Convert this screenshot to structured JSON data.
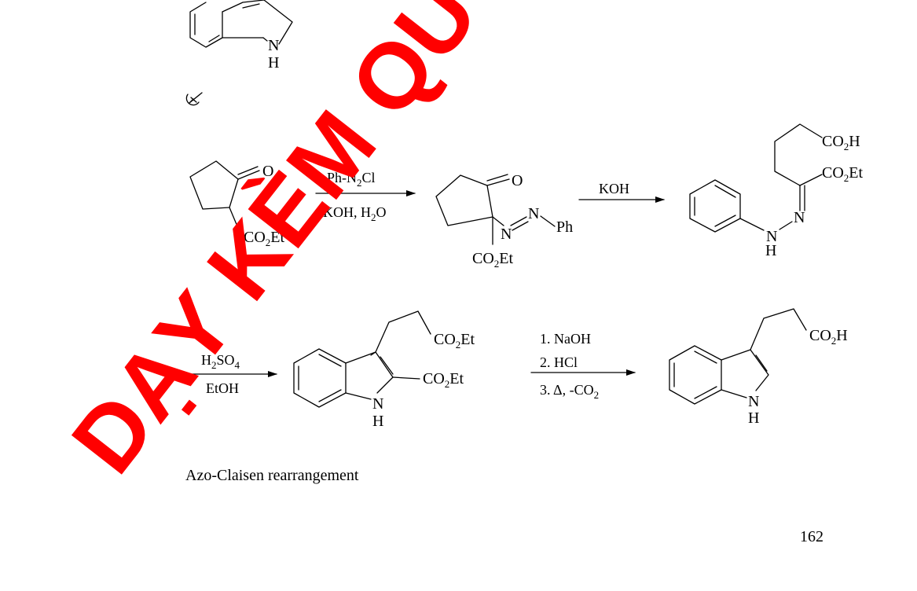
{
  "labels": {
    "nh_top": "N",
    "h_top": "H",
    "o1": "O",
    "co2et_1": "CO",
    "co2et_1_sub": "2",
    "co2et_1_tail": "Et",
    "o2": "O",
    "n_a": "N",
    "n_b": "N",
    "ph": "Ph",
    "co2et_2": "CO",
    "co2et_2_sub": "2",
    "co2et_2_tail": "Et",
    "co2h_1": "CO",
    "co2h_1_sub": "2",
    "co2h_1_tail": "H",
    "co2et_3": "CO",
    "co2et_3_sub": "2",
    "co2et_3_tail": "Et",
    "n_c": "N",
    "n_d": "N",
    "h_d": "H",
    "co2et_4": "CO",
    "co2et_4_sub": "2",
    "co2et_4_tail": "Et",
    "co2et_5": "CO",
    "co2et_5_sub": "2",
    "co2et_5_tail": "Et",
    "n_e": "N",
    "h_e": "H",
    "co2h_2": "CO",
    "co2h_2_sub": "2",
    "co2h_2_tail": "H",
    "n_f": "N",
    "h_f": "H"
  },
  "reagents": {
    "r1_top": "Ph-N",
    "r1_top_sub": "2",
    "r1_top_tail": "Cl",
    "r1_bottom": "KOH, H",
    "r1_bottom_sub": "2",
    "r1_bottom_tail": "O",
    "r2_top": "KOH",
    "r3_top": "H",
    "r3_top_sub1": "2",
    "r3_top_mid": "SO",
    "r3_top_sub2": "4",
    "r3_bottom": "EtOH",
    "r4_line1": "1. NaOH",
    "r4_line2": "2. HCl",
    "r4_line3": "3. Δ, -CO",
    "r4_line3_sub": "2"
  },
  "caption": "Azo-Claisen rearrangement",
  "page_number": "162",
  "watermark": "DẠY KÈM QUY"
}
